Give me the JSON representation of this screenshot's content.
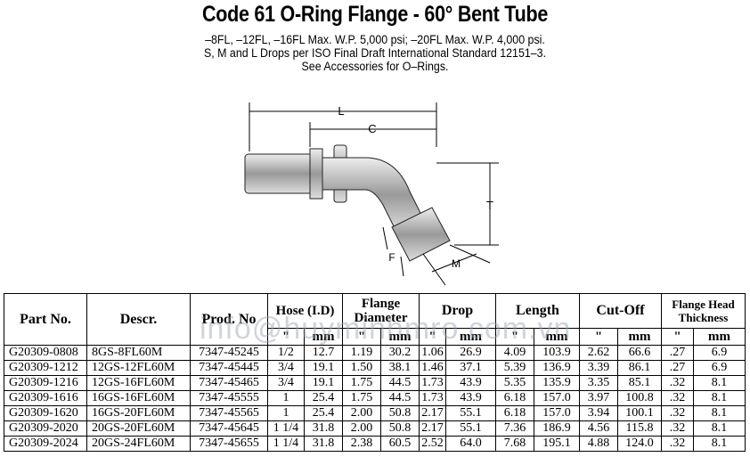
{
  "title": "Code 61 O-Ring Flange - 60° Bent Tube",
  "subtitle": [
    "–8FL, –12FL, –16FL Max. W.P. 5,000 psi; –20FL Max. W.P. 4,000 psi.",
    "S, M and L Drops per ISO Final Draft International Standard 12151–3.",
    "See Accessories for O–Rings."
  ],
  "diagram": {
    "labels": {
      "L": "L",
      "C": "C",
      "T": "T",
      "F": "F",
      "M": "M"
    }
  },
  "watermark": "info@huyminhmro.com.vn",
  "table": {
    "headers": {
      "part": "Part No.",
      "descr": "Descr.",
      "prod": "Prod. No",
      "hose": "Hose (I.D)",
      "flange": "Flange Diameter",
      "drop": "Drop",
      "length": "Length",
      "cutoff": "Cut-Off",
      "fht": "Flange Head Thickness",
      "inch": "\"",
      "mm": "mm"
    },
    "rows": [
      [
        "G20309-0808",
        "8GS-8FL60M",
        "7347-45245",
        "1/2",
        "12.7",
        "1.19",
        "30.2",
        "1.06",
        "26.9",
        "4.09",
        "103.9",
        "2.62",
        "66.6",
        ".27",
        "6.9"
      ],
      [
        "G20309-1212",
        "12GS-12FL60M",
        "7347-45445",
        "3/4",
        "19.1",
        "1.50",
        "38.1",
        "1.46",
        "37.1",
        "5.39",
        "136.9",
        "3.39",
        "86.1",
        ".27",
        "6.9"
      ],
      [
        "G20309-1216",
        "12GS-16FL60M",
        "7347-45465",
        "3/4",
        "19.1",
        "1.75",
        "44.5",
        "1.73",
        "43.9",
        "5.35",
        "135.9",
        "3.35",
        "85.1",
        ".32",
        "8.1"
      ],
      [
        "G20309-1616",
        "16GS-16FL60M",
        "7347-45555",
        "1",
        "25.4",
        "1.75",
        "44.5",
        "1.73",
        "43.9",
        "6.18",
        "157.0",
        "3.97",
        "100.8",
        ".32",
        "8.1"
      ],
      [
        "G20309-1620",
        "16GS-20FL60M",
        "7347-45565",
        "1",
        "25.4",
        "2.00",
        "50.8",
        "2.17",
        "55.1",
        "6.18",
        "157.0",
        "3.94",
        "100.1",
        ".32",
        "8.1"
      ],
      [
        "G20309-2020",
        "20GS-20FL60M",
        "7347-45645",
        "1 1/4",
        "31.8",
        "2.00",
        "50.8",
        "2.17",
        "55.1",
        "7.36",
        "186.9",
        "4.56",
        "115.8",
        ".32",
        "8.1"
      ],
      [
        "G20309-2024",
        "20GS-24FL60M",
        "7347-45655",
        "1 1/4",
        "31.8",
        "2.38",
        "60.5",
        "2.52",
        "64.0",
        "7.68",
        "195.1",
        "4.88",
        "124.0",
        ".32",
        "8.1"
      ]
    ]
  }
}
